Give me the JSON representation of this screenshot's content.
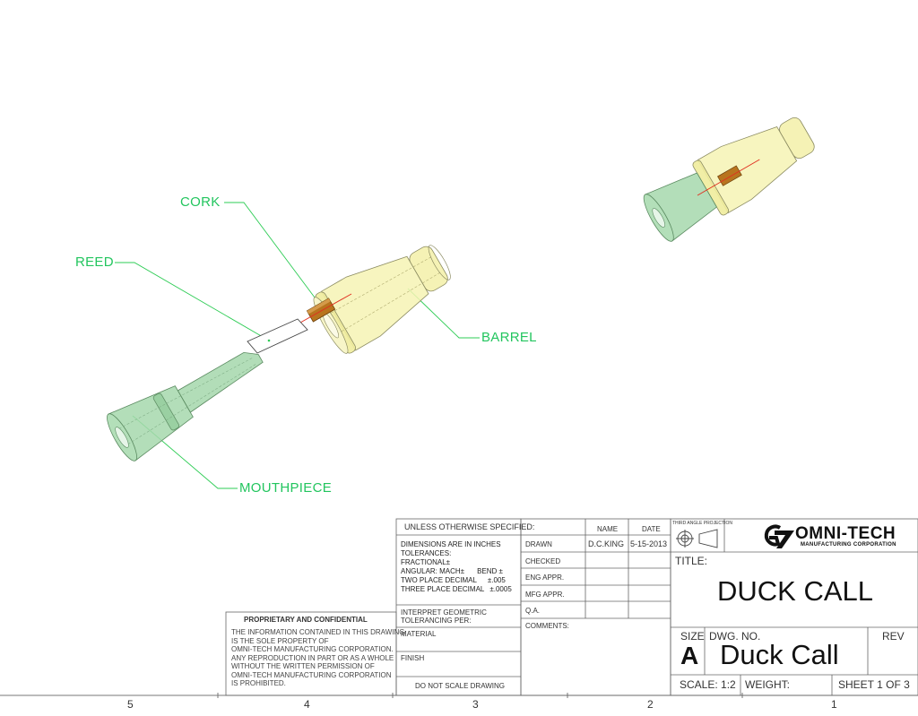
{
  "callouts": {
    "cork": "CORK",
    "reed": "REED",
    "barrel": "BARREL",
    "mouthpiece": "MOUTHPIECE"
  },
  "proprietary": {
    "heading": "PROPRIETARY AND CONFIDENTIAL",
    "lines": [
      "THE INFORMATION CONTAINED IN THIS DRAWING",
      "IS THE SOLE PROPERTY OF",
      "OMNI-TECH MANUFACTURING CORPORATION.",
      "ANY REPRODUCTION IN PART OR AS A WHOLE",
      "WITHOUT THE WRITTEN PERMISSION OF",
      "OMNI-TECH MANUFACTURING CORPORATION",
      "IS PROHIBITED."
    ]
  },
  "spec": {
    "heading": "UNLESS OTHERWISE SPECIFIED:",
    "dims": "DIMENSIONS ARE IN INCHES",
    "tolerances": "TOLERANCES:",
    "fractional": "FRACTIONAL±",
    "angular": "ANGULAR: MACH±",
    "bend": "BEND ±",
    "two_place": "TWO PLACE DECIMAL",
    "two_place_val": "±.005",
    "three_place": "THREE PLACE DECIMAL",
    "three_place_val": "±.0005",
    "interpret1": "INTERPRET GEOMETRIC",
    "interpret2": "TOLERANCING PER:",
    "material": "MATERIAL",
    "finish": "FINISH",
    "no_scale": "DO NOT SCALE DRAWING"
  },
  "approvals": {
    "col_name": "NAME",
    "col_date": "DATE",
    "rows": [
      {
        "label": "DRAWN",
        "name": "D.C.KING",
        "date": "5-15-2013"
      },
      {
        "label": "CHECKED",
        "name": "",
        "date": ""
      },
      {
        "label": "ENG APPR.",
        "name": "",
        "date": ""
      },
      {
        "label": "MFG APPR.",
        "name": "",
        "date": ""
      },
      {
        "label": "Q.A.",
        "name": "",
        "date": ""
      }
    ],
    "comments": "COMMENTS:"
  },
  "projection": "THIRD ANGLE PROJECTION",
  "company": {
    "name": "OMNI-TECH",
    "subtitle": "MANUFACTURING CORPORATION"
  },
  "title_label": "TITLE:",
  "title": "DUCK CALL",
  "size_label": "SIZE",
  "size": "A",
  "dwg_label": "DWG.  NO.",
  "dwg_no": "Duck Call",
  "rev_label": "REV",
  "scale": "SCALE: 1:2",
  "weight": "WEIGHT:",
  "sheet": "SHEET 1 OF 3",
  "zones": [
    "5",
    "4",
    "3",
    "2",
    "1"
  ],
  "colors": {
    "callout": "#22c55e",
    "barrel": "#f3f0a8",
    "mouthpiece": "#9fd4a6",
    "cork": "#b8741e",
    "axis": "#e03020"
  }
}
